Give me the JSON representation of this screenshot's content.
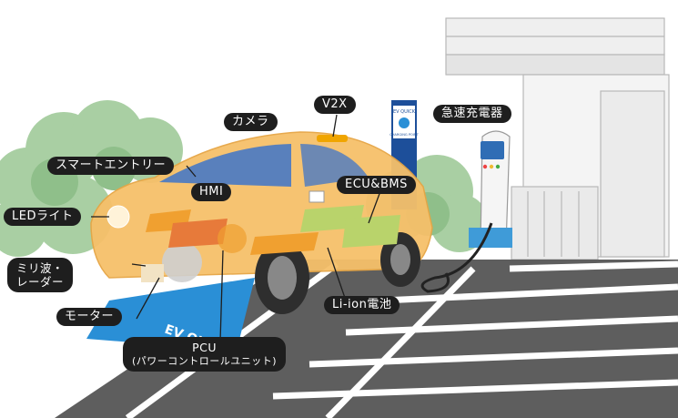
{
  "labels": {
    "camera": "カメラ",
    "v2x": "V2X",
    "quick_charger": "急速充電器",
    "smart_entry": "スマートエントリー",
    "hmi": "HMI",
    "ecu_bms": "ECU&BMS",
    "led_light": "LEDライト",
    "millimeter_wave_radar_line1": "ミリ波・",
    "millimeter_wave_radar_line2": "レーダー",
    "motor": "モーター",
    "li_ion_battery": "Li-ion電池",
    "pcu": "PCU",
    "pcu_detail": "(パワーコントロールユニット)"
  },
  "sign": {
    "title": "EV QUICK",
    "subtitle": "CHARGING POINT"
  },
  "parking_marking": "EV QUICK",
  "colors": {
    "car_body": "#f6c06a",
    "callout_bg": "#1e1e1e",
    "callout_text": "#ffffff",
    "sign_blue": "#1d4f9a",
    "parking_blue": "#2a8fd6",
    "tree_green": "#8fbf8a",
    "battery_green": "#b9d36b",
    "pavement": "#5e5e5e"
  }
}
